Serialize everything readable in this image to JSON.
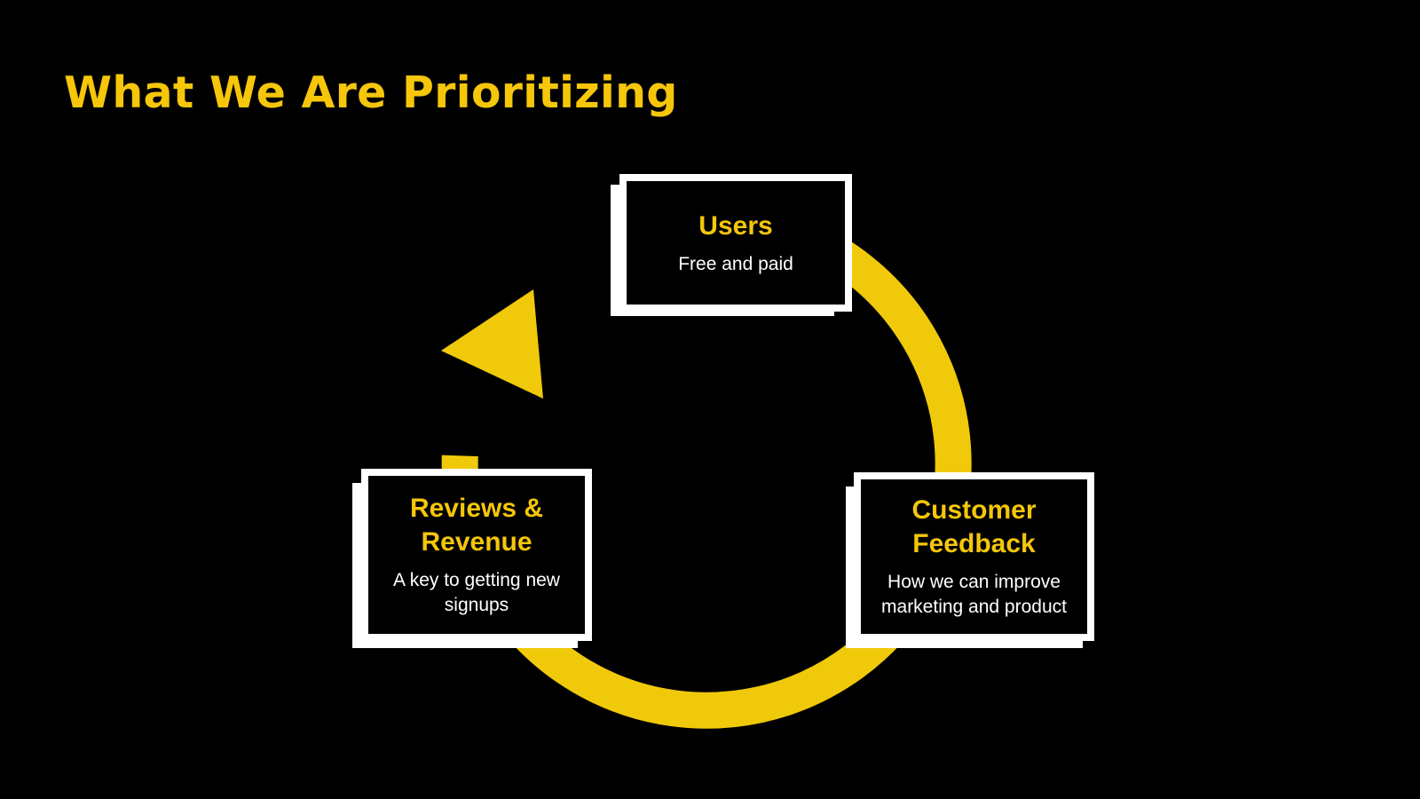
{
  "slide": {
    "title": "What We Are Prioritizing"
  },
  "colors": {
    "background": "#000000",
    "accent": "#f5c60a",
    "box_border": "#ffffff",
    "body_text": "#ffffff"
  },
  "cycle": {
    "arrow_direction": "clockwise",
    "arrow_color": "#f0c90a",
    "nodes": [
      {
        "title": "Users",
        "subtitle": "Free and paid"
      },
      {
        "title": "Customer Feedback",
        "subtitle": "How we can improve marketing and product"
      },
      {
        "title": "Reviews & Revenue",
        "subtitle": "A key to getting new signups"
      }
    ]
  }
}
